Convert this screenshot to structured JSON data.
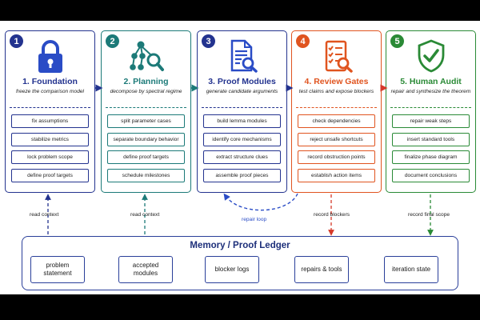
{
  "stages": [
    {
      "number": "1",
      "title": "1. Foundation",
      "subtitle": "freeze the comparison model",
      "color": "#23338f",
      "icon": "lock-icon",
      "tasks": [
        "fix assumptions",
        "stabilize metrics",
        "lock problem scope",
        "define proof targets"
      ]
    },
    {
      "number": "2",
      "title": "2. Planning",
      "subtitle": "decompose by spectral regime",
      "color": "#1c7a78",
      "icon": "tree-magnifier-icon",
      "tasks": [
        "split parameter cases",
        "separate boundary behavior",
        "define proof targets",
        "schedule milestones"
      ]
    },
    {
      "number": "3",
      "title": "3. Proof Modules",
      "subtitle": "generate candidate arguments",
      "color": "#23338f",
      "icon": "document-search-icon",
      "tasks": [
        "build lemma modules",
        "identify core mechanisms",
        "extract structure clues",
        "assemble proof pieces"
      ]
    },
    {
      "number": "4",
      "title": "4. Review Gates",
      "subtitle": "test claims and expose blockers",
      "color": "#e0541f",
      "icon": "checklist-search-icon",
      "tasks": [
        "check dependencies",
        "reject unsafe shortcuts",
        "record obstruction points",
        "establish action items"
      ]
    },
    {
      "number": "5",
      "title": "5. Human Audit",
      "subtitle": "repair and synthesize the theorem",
      "color": "#2a8a36",
      "icon": "shield-check-icon",
      "tasks": [
        "repair weak steps",
        "insert standard tools",
        "finalize phase diagram",
        "document conclusions"
      ]
    }
  ],
  "ledger": {
    "title": "Memory / Proof Ledger",
    "items": [
      "problem statement",
      "accepted modules",
      "blocker logs",
      "repairs & tools",
      "iteration state"
    ]
  },
  "connections": {
    "read_context_1": "read context",
    "read_context_2": "read context",
    "repair_loop": "repair loop",
    "record_blockers": "record blockers",
    "record_final_scope": "record final scope"
  },
  "colors": {
    "navy": "#23338f",
    "teal": "#1c7a78",
    "orange": "#e0541f",
    "green": "#2a8a36",
    "red_arrow": "#d63a2a",
    "ledger_border": "#2a3f9a"
  }
}
